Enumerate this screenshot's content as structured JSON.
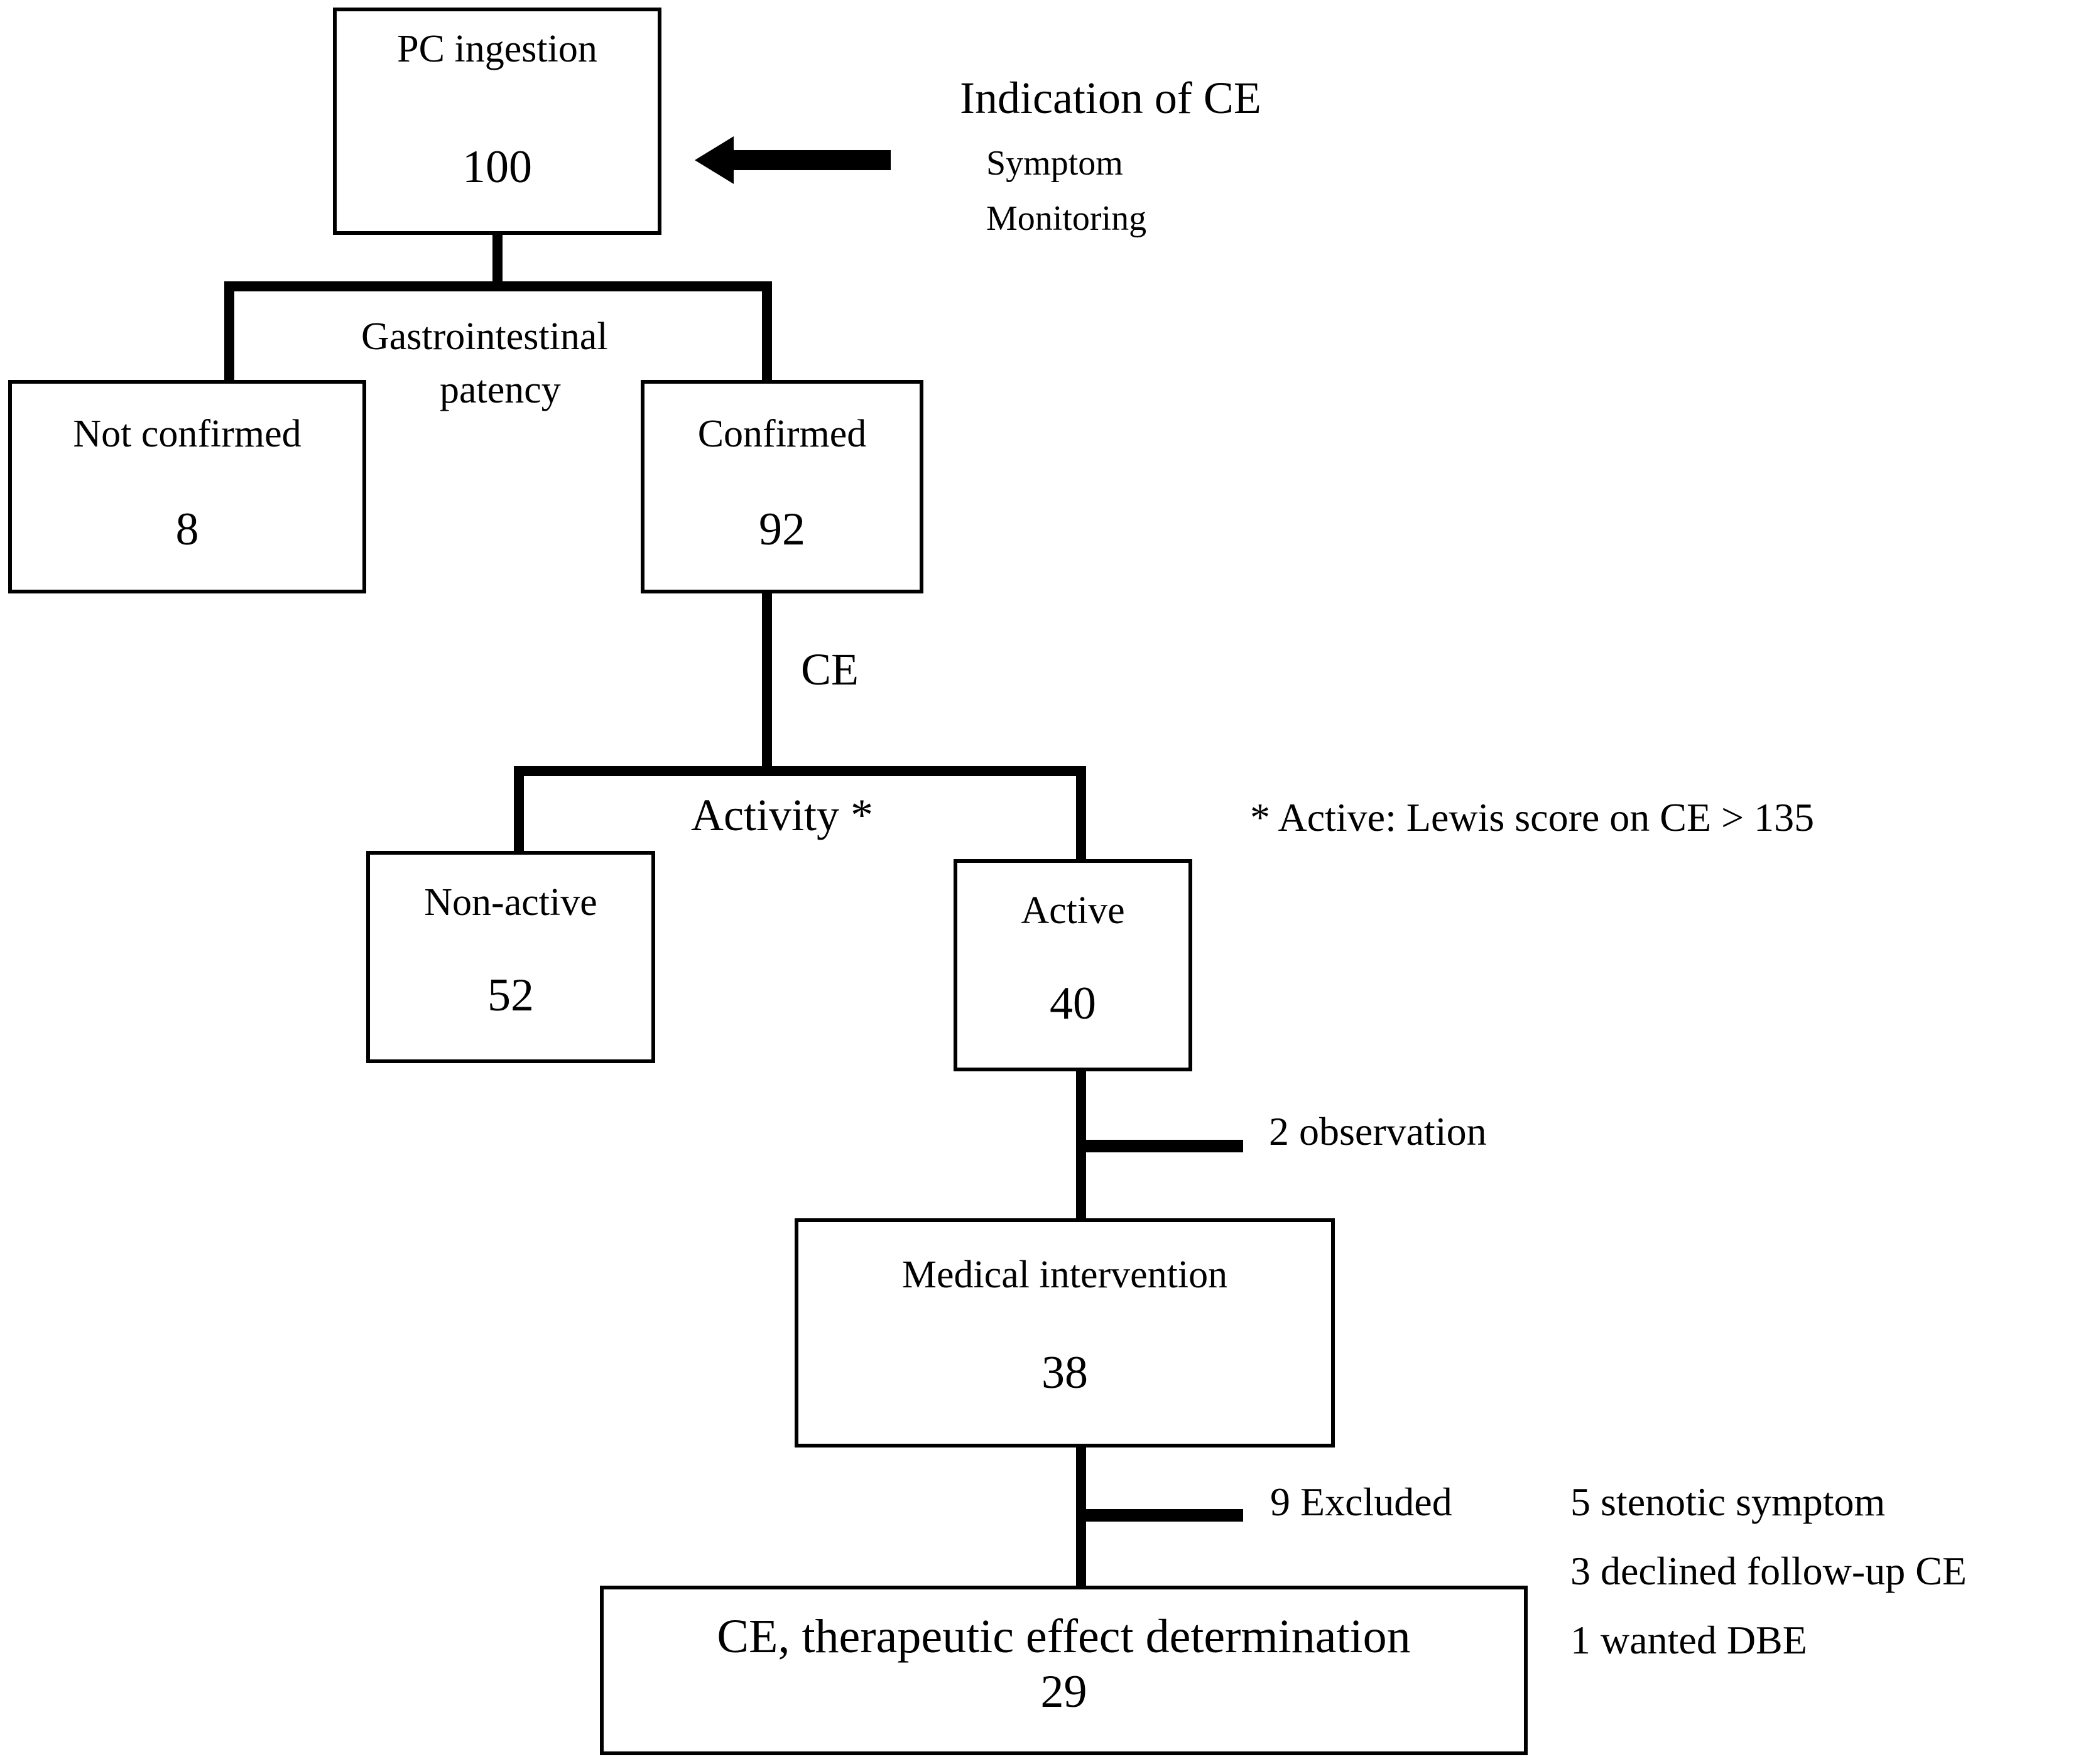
{
  "figure": {
    "type": "flow-diagram",
    "description": "Patient flow diagram of patency capsule ingestion and capsule endoscopy"
  },
  "nodes": {
    "pc_ingestion": {
      "title": "PC ingestion",
      "count": "100"
    },
    "not_confirmed": {
      "title": "Not confirmed",
      "count": "8"
    },
    "confirmed": {
      "title": "Confirmed",
      "count": "92"
    },
    "non_active": {
      "title": "Non-active",
      "count": "52"
    },
    "active": {
      "title": "Active",
      "count": "40"
    },
    "medical_intervention": {
      "title": "Medical intervention",
      "count": "38"
    },
    "final": {
      "title": "CE, therapeutic effect determination",
      "count": "29"
    }
  },
  "edge_labels": {
    "gi_patency_line1": "Gastrointestinal",
    "gi_patency_line2": "patency",
    "ce": "CE",
    "activity": "Activity *",
    "observation": "2 observation",
    "excluded": "9 Excluded"
  },
  "annotations": {
    "indication_title": "Indication of CE",
    "indication_item1": "Symptom",
    "indication_item2": "Monitoring",
    "footnote_active": "* Active: Lewis score on CE > 135",
    "exclusion_reason_1": "5 stenotic symptom",
    "exclusion_reason_2": "3 declined follow-up CE",
    "exclusion_reason_3": "1 wanted DBE"
  },
  "colors": {
    "ink": "#000000",
    "paper": "#ffffff"
  }
}
